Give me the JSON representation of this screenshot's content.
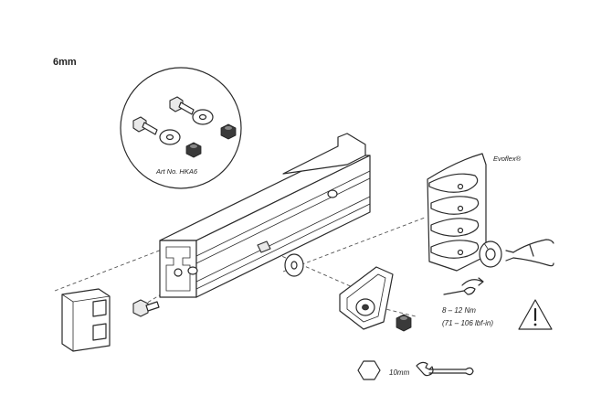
{
  "header": {
    "size_label": "6mm"
  },
  "parts_kit": {
    "art_no_label": "Art No. HKA6"
  },
  "product": {
    "brand_label": "Evoflex®"
  },
  "torque": {
    "nm_label": "8 – 12 Nm",
    "lbfin_label": "(71 – 106 lbf-in)"
  },
  "tool": {
    "size_label": "10mm"
  },
  "icons": {
    "warning": "warning-triangle-icon",
    "wrench": "wrench-icon",
    "hex": "hex-nut-icon",
    "pliers": "circlip-pliers-icon"
  }
}
